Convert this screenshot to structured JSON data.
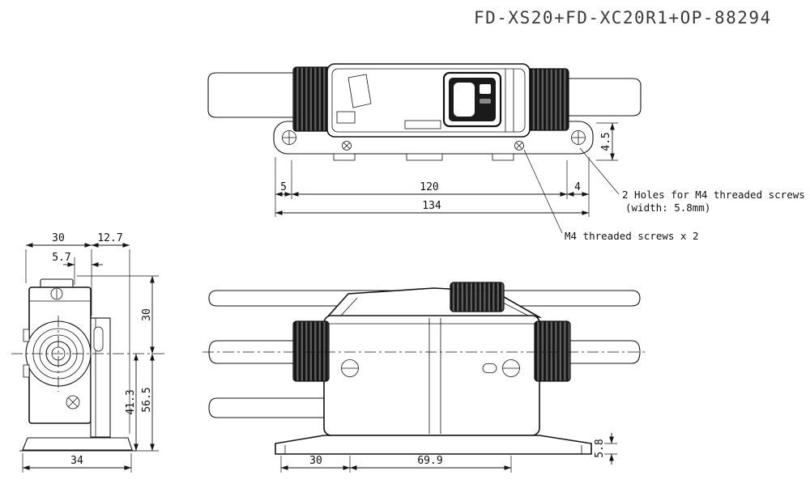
{
  "title": "FD-XS20+FD-XC20R1+OP-88294",
  "top_view": {
    "dim_5": "5",
    "dim_120": "120",
    "dim_4": "4",
    "dim_134": "134",
    "dim_4_5": "4.5",
    "note_holes_line1": "2 Holes for M4 threaded screws",
    "note_holes_line2": "(width: 5.8mm)",
    "note_screws": "M4 threaded screws x 2"
  },
  "side_view": {
    "dim_width_30": "30",
    "dim_12_7": "12.7",
    "dim_5_7": "5.7",
    "dim_height_30": "30",
    "dim_56_5": "56.5",
    "dim_41_3": "41.3",
    "dim_34": "34"
  },
  "front_view": {
    "dim_30": "30",
    "dim_69_9": "69.9",
    "dim_5_8": "5.8"
  }
}
